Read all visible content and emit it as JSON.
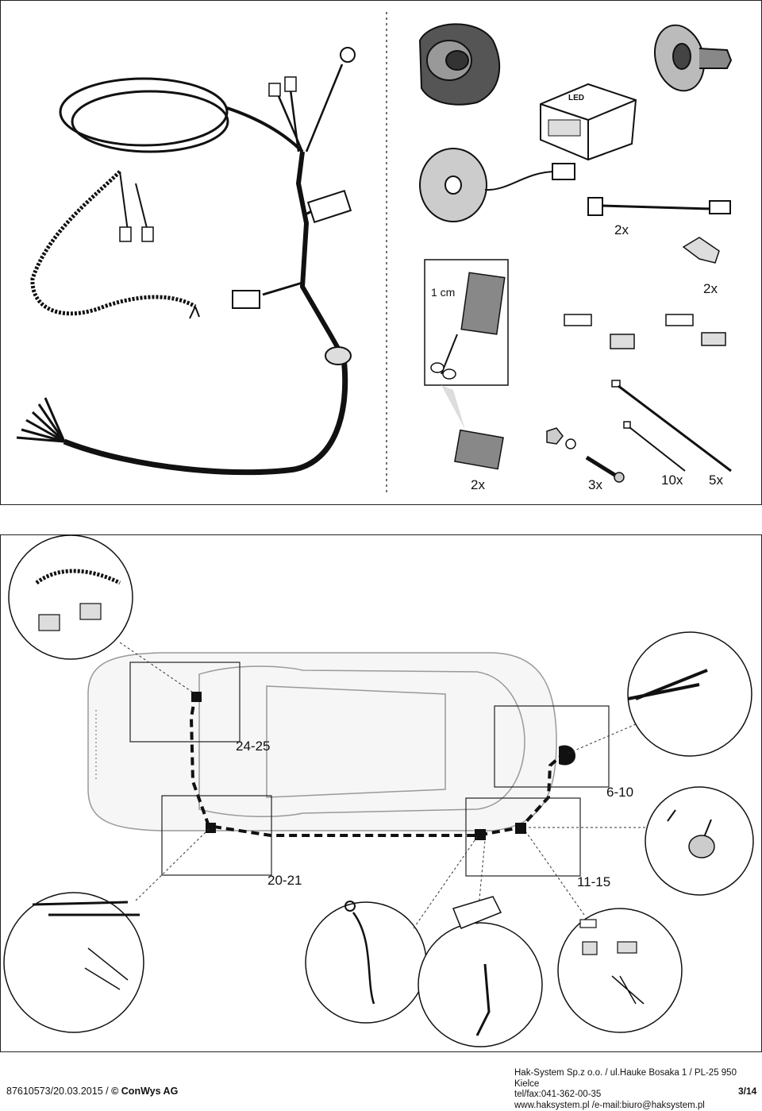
{
  "top_panel": {
    "qty_fuse_holder": "2x",
    "qty_connectors": "2x",
    "scale_label": "1 cm",
    "qty_tape": "2x",
    "qty_screws": "3x",
    "qty_tie_small": "10x",
    "qty_tie_large": "5x",
    "module_brand": "LED"
  },
  "bottom_panel": {
    "ref_front": "24-25",
    "ref_rear": "6-10",
    "ref_left": "20-21",
    "ref_right": "11-15"
  },
  "footer": {
    "doc_id": "87610573/20.03.2015 /",
    "copyright": "© ConWys AG",
    "company_line": "Hak-System Sp.z o.o. / ul.Hauke Bosaka 1 / PL-25 950 Kielce",
    "phone_line": "tel/fax:041-362-00-35",
    "web_line": "www.haksystem.pl /e-mail:biuro@haksystem.pl",
    "page": "3/14"
  }
}
